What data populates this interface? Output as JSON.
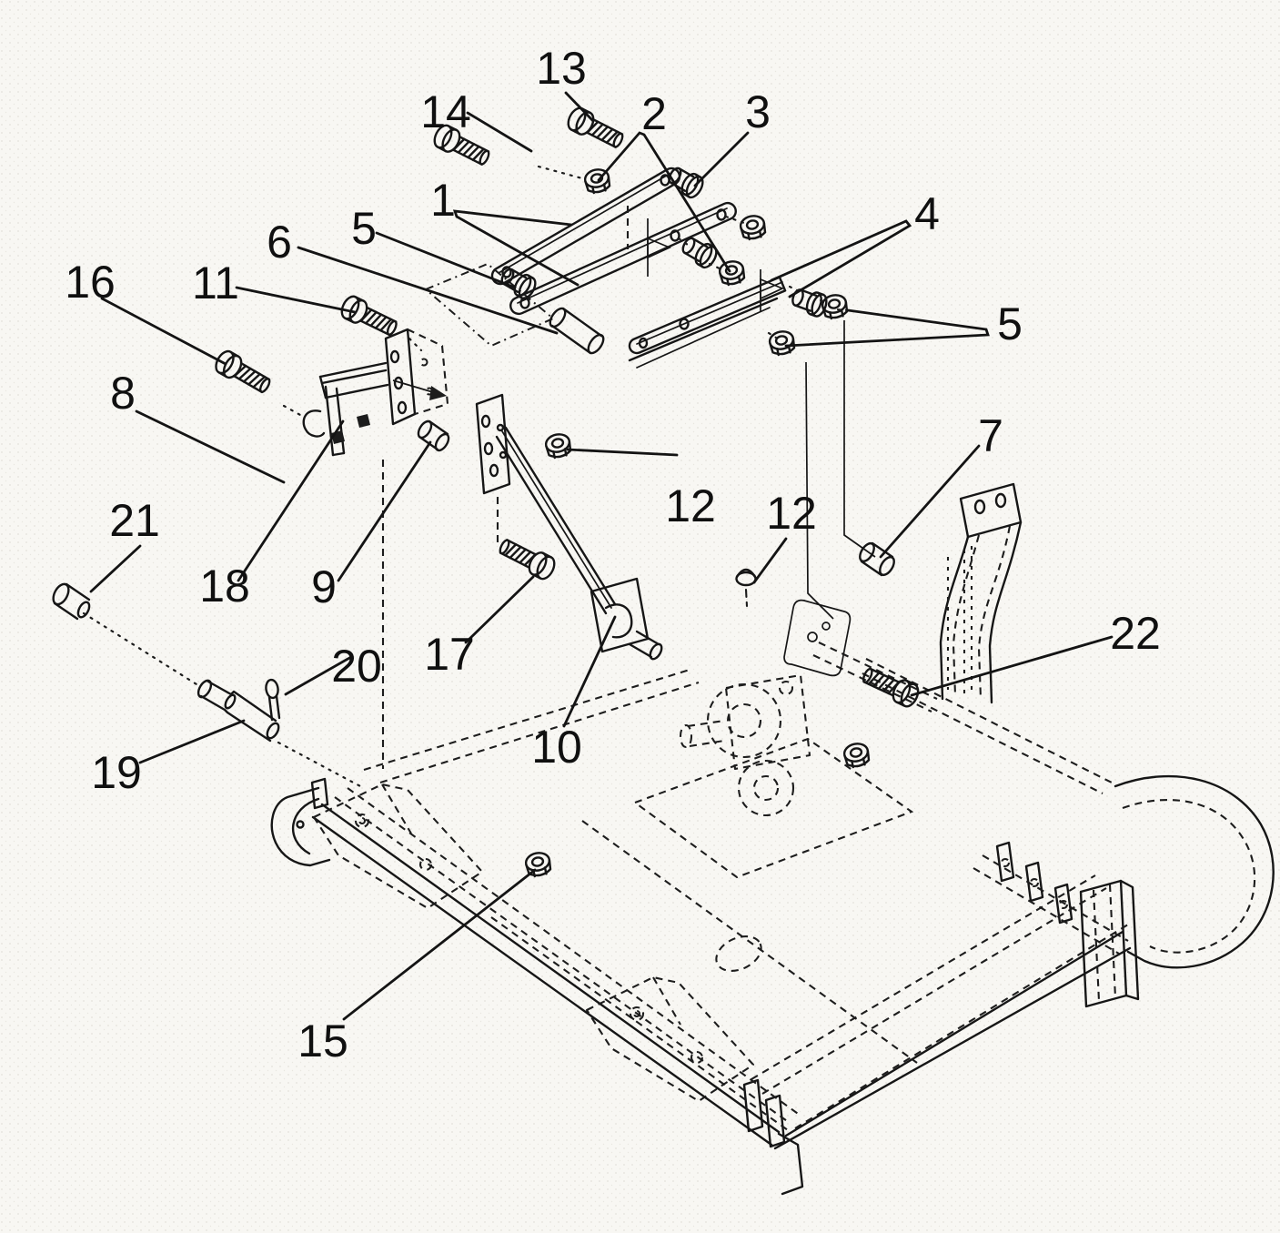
{
  "figure": {
    "kind": "exploded-parts-diagram",
    "background_color": "#f8f7f3",
    "line_color": "#161616"
  },
  "callouts": {
    "c1": {
      "label": "1"
    },
    "c2": {
      "label": "2"
    },
    "c3": {
      "label": "3"
    },
    "c4": {
      "label": "4"
    },
    "c5_left": {
      "label": "5"
    },
    "c5_right": {
      "label": "5"
    },
    "c6": {
      "label": "6"
    },
    "c7": {
      "label": "7"
    },
    "c8": {
      "label": "8"
    },
    "c9": {
      "label": "9"
    },
    "c10": {
      "label": "10"
    },
    "c11": {
      "label": "11"
    },
    "c12_left": {
      "label": "12"
    },
    "c12_right": {
      "label": "12"
    },
    "c13": {
      "label": "13"
    },
    "c14": {
      "label": "14"
    },
    "c15": {
      "label": "15"
    },
    "c16": {
      "label": "16"
    },
    "c17": {
      "label": "17"
    },
    "c18": {
      "label": "18"
    },
    "c19": {
      "label": "19"
    },
    "c20": {
      "label": "20"
    },
    "c21": {
      "label": "21"
    },
    "c22": {
      "label": "22"
    }
  }
}
